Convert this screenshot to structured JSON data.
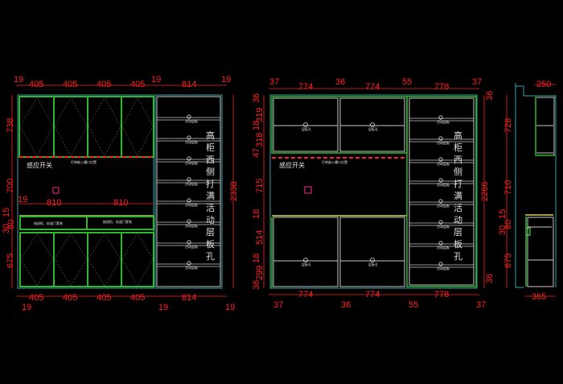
{
  "drawing": {
    "colors": {
      "background": "#000000",
      "dimension": "#ff2020",
      "frame": "#2eb82e",
      "outline": "#3aa0a0",
      "panel": "#c8c8c8",
      "shelf_top": "#a0a040",
      "sensor": "#d0207a"
    },
    "left_elevation": {
      "top_dims": [
        "19",
        "405",
        "405",
        "405",
        "405",
        "19",
        "814",
        "19"
      ],
      "bottom_dims": [
        "405",
        "405",
        "405",
        "405",
        "814"
      ],
      "bottom_small": [
        "19",
        "19",
        "19"
      ],
      "left_dims": [
        "738",
        "700",
        "15",
        "80",
        "30",
        "675"
      ],
      "mid_dims": [
        "19",
        "810",
        "810"
      ],
      "right_dim": "2338",
      "sensor_label": "感应开关",
      "light_note": "灯带嵌入槽口位置",
      "drawer_note": "抽屉柜、轨道门套装",
      "hole_label": "活动层板",
      "side_note": [
        "高",
        "柜",
        "西",
        "侧",
        "打",
        "满",
        "活",
        "动",
        "层",
        "板",
        "孔"
      ]
    },
    "middle_elevation": {
      "top_dims": [
        "37",
        "774",
        "36",
        "774",
        "55",
        "778",
        "37"
      ],
      "bottom_dims": [
        "774",
        "774",
        "778"
      ],
      "bottom_small": [
        "37",
        "36",
        "55",
        "37"
      ],
      "left_dims": [
        "36",
        "319",
        "18",
        "318",
        "47",
        "715",
        "18",
        "514",
        "18",
        "299",
        "36"
      ],
      "right_dims": [
        "36",
        "2266",
        "36"
      ],
      "sensor_label": "感应开关",
      "light_note": "灯带嵌入槽口位置",
      "hole_label": "层板孔",
      "side_note": [
        "高",
        "柜",
        "西",
        "侧",
        "打",
        "满",
        "活",
        "动",
        "层",
        "板",
        "孔"
      ]
    },
    "side_section": {
      "top_dim": "250",
      "bottom_dim": "365",
      "left_dims": [
        "728",
        "710",
        "15",
        "80",
        "30",
        "675"
      ]
    }
  }
}
